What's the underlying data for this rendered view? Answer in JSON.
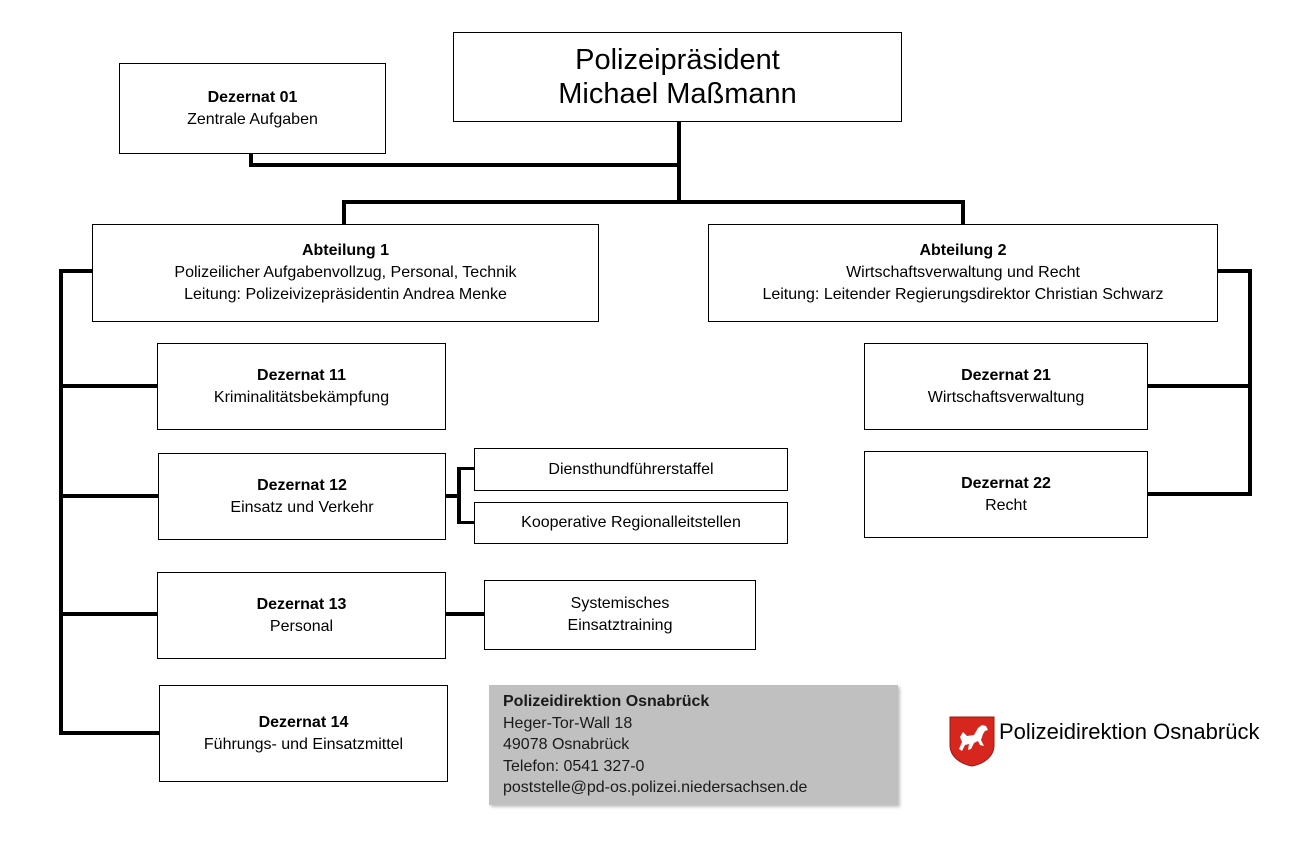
{
  "president": {
    "title": "Polizeipräsident",
    "name": "Michael Maßmann"
  },
  "dez01": {
    "title": "Dezernat 01",
    "subtitle": "Zentrale Aufgaben"
  },
  "abt1": {
    "title": "Abteilung 1",
    "line1": "Polizeilicher Aufgabenvollzug, Personal, Technik",
    "line2": "Leitung: Polizeivizepräsidentin Andrea Menke"
  },
  "abt2": {
    "title": "Abteilung 2",
    "line1": "Wirtschaftsverwaltung und Recht",
    "line2": "Leitung: Leitender Regierungsdirektor Christian Schwarz"
  },
  "dez11": {
    "title": "Dezernat 11",
    "subtitle": "Kriminalitätsbekämpfung"
  },
  "dez12": {
    "title": "Dezernat 12",
    "subtitle": "Einsatz und Verkehr"
  },
  "dez13": {
    "title": "Dezernat 13",
    "subtitle": "Personal"
  },
  "dez14": {
    "title": "Dezernat 14",
    "subtitle": "Führungs- und Einsatzmittel"
  },
  "dez21": {
    "title": "Dezernat 21",
    "subtitle": "Wirtschaftsverwaltung"
  },
  "dez22": {
    "title": "Dezernat 22",
    "subtitle": "Recht"
  },
  "sub12a": "Diensthundführerstaffel",
  "sub12b": "Kooperative Regionalleitstellen",
  "sub13": {
    "line1": "Systemisches",
    "line2": "Einsatztraining"
  },
  "contact": {
    "title": "Polizeidirektion Osnabrück",
    "street": "Heger-Tor-Wall 18",
    "city": "49078 Osnabrück",
    "phone": "Telefon: 0541 327-0",
    "email": "poststelle@pd-os.polizei.niedersachsen.de"
  },
  "logo": {
    "icon": "lower-saxony-horse-crest-icon",
    "text": "Polizeidirektion Osnabrück",
    "shield_color": "#d7261e"
  }
}
